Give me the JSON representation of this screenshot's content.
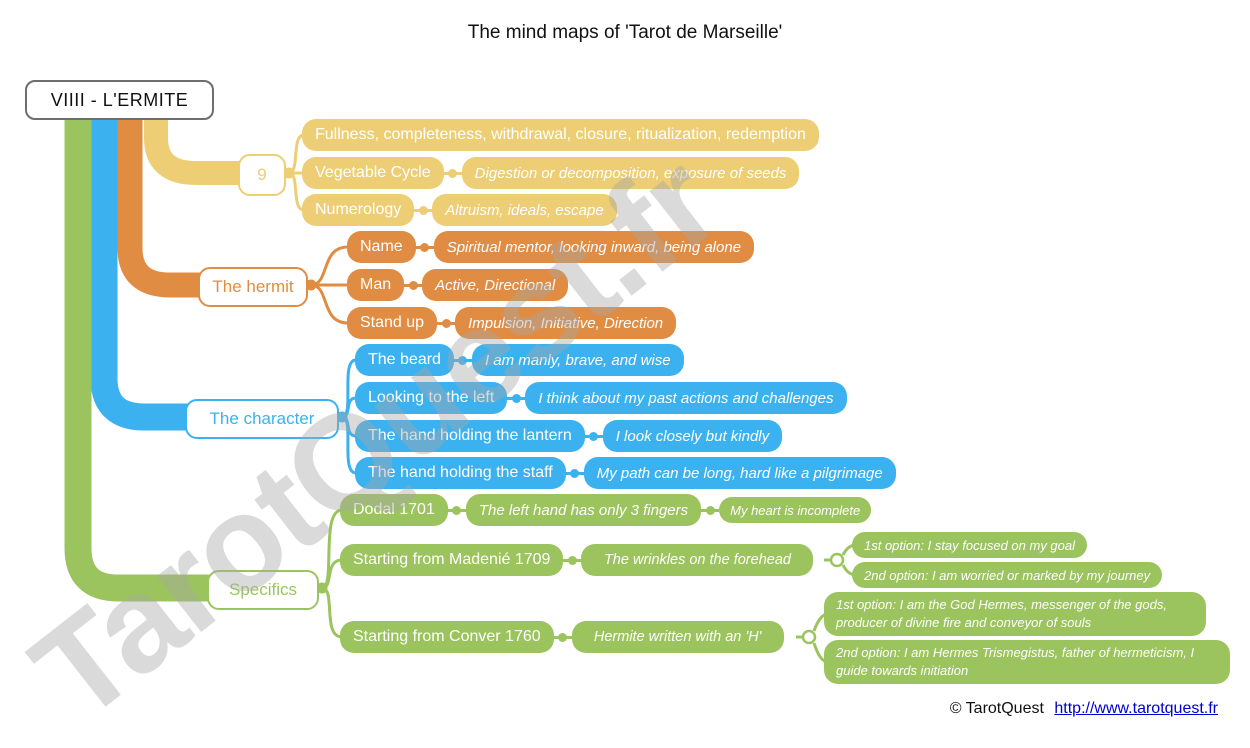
{
  "title": "The mind maps of 'Tarot de Marseille'",
  "root": {
    "label": "VIIII - L'ERMITE"
  },
  "watermark": "TarotQuest.fr",
  "footer": {
    "copyright": "© TarotQuest",
    "link": "http://www.tarotquest.fr"
  },
  "colors": {
    "yellow": "#EDCE74",
    "orange": "#E08C42",
    "blue": "#3BB2EF",
    "green": "#9BC45E",
    "root_border": "#6E6E6E",
    "link": "#0000CC",
    "watermark": "#A8A8A8"
  },
  "branches": [
    {
      "name": "nine",
      "parent": "9",
      "rows": [
        {
          "cells": [
            "Fullness, completeness, withdrawal, closure, ritualization, redemption"
          ]
        },
        {
          "cells": [
            "Vegetable Cycle",
            "Digestion or decomposition, exposure of seeds"
          ]
        },
        {
          "cells": [
            "Numerology",
            "Altruism, ideals, escape"
          ]
        }
      ]
    },
    {
      "name": "hermit",
      "parent": "The hermit",
      "rows": [
        {
          "cells": [
            "Name",
            "Spiritual mentor, looking inward, being alone"
          ]
        },
        {
          "cells": [
            "Man",
            "Active, Directional"
          ]
        },
        {
          "cells": [
            "Stand up",
            "Impulsion, Initiative, Direction"
          ]
        }
      ]
    },
    {
      "name": "character",
      "parent": "The character",
      "rows": [
        {
          "cells": [
            "The beard",
            "I am manly, brave, and wise"
          ]
        },
        {
          "cells": [
            "Looking to the left",
            "I think about my past actions and challenges"
          ]
        },
        {
          "cells": [
            "The hand holding the lantern",
            "I look closely but kindly"
          ]
        },
        {
          "cells": [
            "The hand holding the staff",
            "My path can be long, hard like a pilgrimage"
          ]
        }
      ]
    },
    {
      "name": "specifics",
      "parent": "Specifics",
      "rows": [
        {
          "cells": [
            "Dodal 1701",
            "The left hand has only 3 fingers",
            "My heart is incomplete"
          ]
        },
        {
          "cells": [
            "Starting from Madenié 1709",
            "The wrinkles on the forehead"
          ],
          "options": [
            "1st option: I stay focused on my goal",
            "2nd option: I am worried or marked by my journey"
          ]
        },
        {
          "cells": [
            "Starting from Conver 1760",
            "Hermite written with an 'H'"
          ],
          "options": [
            "1st option: I am the God Hermes, messenger of the gods, producer of divine fire and conveyor of souls",
            "2nd option: I am Hermes Trismegistus, father of hermeticism, I guide towards initiation"
          ]
        }
      ]
    }
  ]
}
